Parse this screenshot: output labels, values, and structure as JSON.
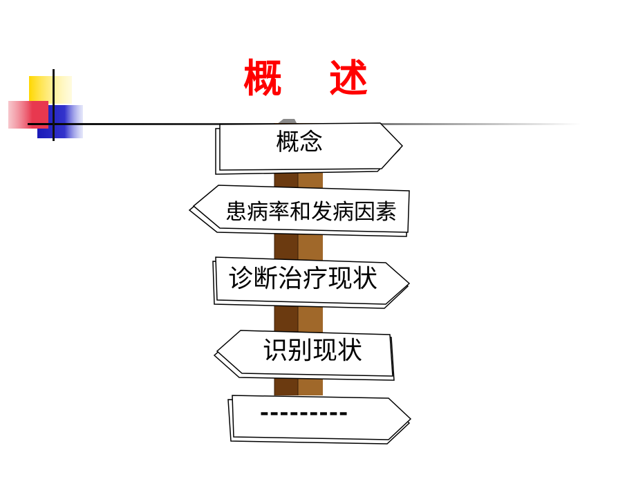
{
  "slide": {
    "title": "概　述",
    "signs": [
      {
        "label": "概念",
        "direction": "right"
      },
      {
        "label": "患病率和发病因素",
        "direction": "left"
      },
      {
        "label": "诊断治疗现状",
        "direction": "right"
      },
      {
        "label": "识别现状",
        "direction": "left"
      },
      {
        "label": "---------",
        "direction": "right"
      }
    ]
  },
  "colors": {
    "title": "#ff0000",
    "deco_yellow": "#ffd700",
    "deco_red": "#e8384f",
    "deco_blue": "#2222cc",
    "post_dark": "#6b3a10",
    "post_light": "#a0682a"
  },
  "icons": [
    "corner-decoration-squares",
    "signpost-pole"
  ]
}
